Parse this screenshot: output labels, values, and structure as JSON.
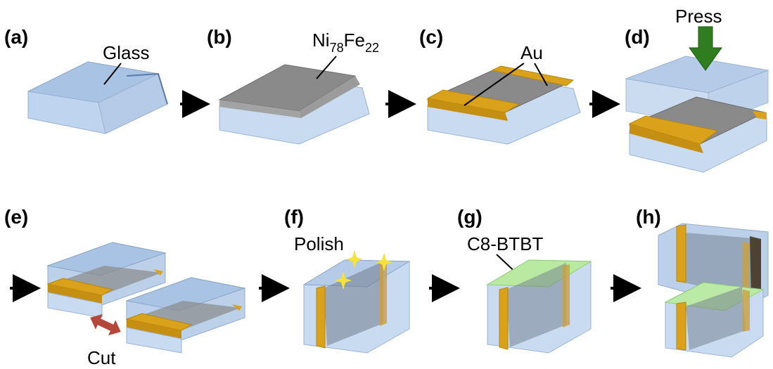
{
  "panels": [
    {
      "label": "(a)"
    },
    {
      "label": "(b)"
    },
    {
      "label": "(c)"
    },
    {
      "label": "(d)"
    },
    {
      "label": "(e)"
    },
    {
      "label": "(f)"
    },
    {
      "label": "(g)"
    },
    {
      "label": "(h)"
    }
  ],
  "annotations": {
    "glass": "Glass",
    "nife_base": "Ni",
    "nife_sub1": "78",
    "nife_mid": "Fe",
    "nife_sub2": "22",
    "au": "Au",
    "press": "Press",
    "cut": "Cut",
    "polish": "Polish",
    "c8btbt": "C8-BTBT"
  },
  "colors": {
    "glass_top": "#aac4e4",
    "glass_side": "#c7d9f0",
    "glass_edge": "#8aa6c8",
    "nife": "#8a8a8a",
    "au": "#d9a21a",
    "au_dark": "#b8860b",
    "press_arrow": "#2f7d1f",
    "cut_arrow": "#b4473a",
    "c8btbt": "#b9ec9a",
    "sparkle": "#f4e23a",
    "flow_arrow": "#000000"
  }
}
